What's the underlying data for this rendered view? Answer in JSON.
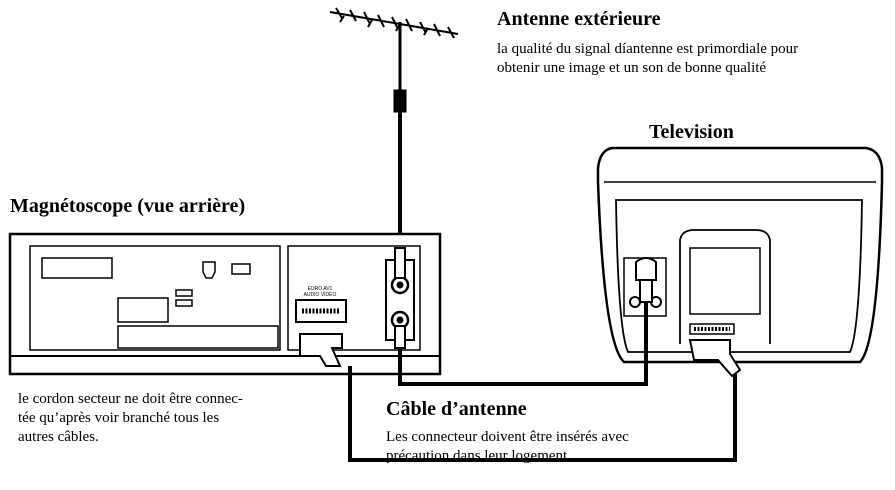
{
  "antenna": {
    "title": "Antenne extérieure",
    "description": [
      "la qualité du signal díantenne est primordiale pour",
      "obtenir une image et un son de bonne qualité"
    ]
  },
  "television": {
    "title": "Television"
  },
  "vcr": {
    "title": "Magnétoscope (vue arrière)",
    "scart_label": [
      "EURO AV1",
      "AUDIO VIDEO"
    ]
  },
  "power_note": {
    "lines": [
      "le cordon secteur ne doit être connec-",
      "tée qu’après voir branché tous les",
      "autres câbles."
    ]
  },
  "cable": {
    "title": "Câble d’antenne",
    "description": [
      "Les connecteur doivent être insérés avec",
      "précaution dans leur logement."
    ]
  },
  "colors": {
    "ink": "#000000",
    "paper": "#ffffff"
  }
}
